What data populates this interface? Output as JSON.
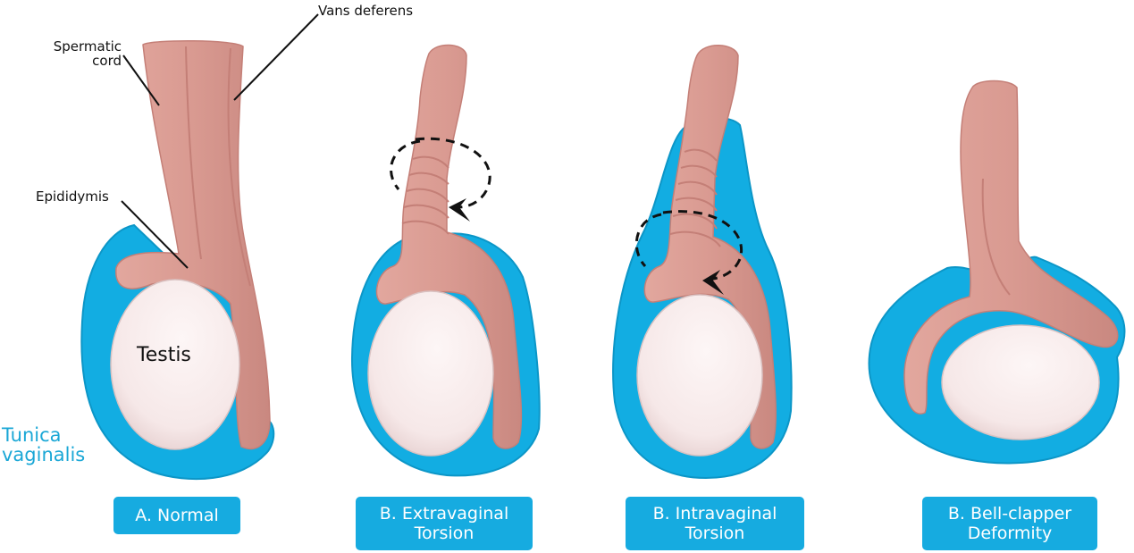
{
  "labels": {
    "vas_deferens": "Vans deferens",
    "spermatic_cord_line1": "Spermatic",
    "spermatic_cord_line2": "cord",
    "epididymis": "Epididymis",
    "testis": "Testis",
    "tunica_line1": "Tunica",
    "tunica_line2": "vaginalis"
  },
  "panels": [
    {
      "line1": "A. Normal",
      "line2": ""
    },
    {
      "line1": "B. Extravaginal",
      "line2": "Torsion"
    },
    {
      "line1": "B. Intravaginal",
      "line2": "Torsion"
    },
    {
      "line1": "B. Bell-clapper",
      "line2": "Deformity"
    }
  ],
  "colors": {
    "tunica": "#12ade2",
    "tunica_dark": "#0c96c7",
    "cord": "#d99a91",
    "cord_shade": "#c47f77",
    "testis": "#f9eeee",
    "testis_shade": "#ead7d7",
    "label_bg": "#16abe0",
    "label_text": "#ffffff",
    "arrow": "#111111"
  }
}
